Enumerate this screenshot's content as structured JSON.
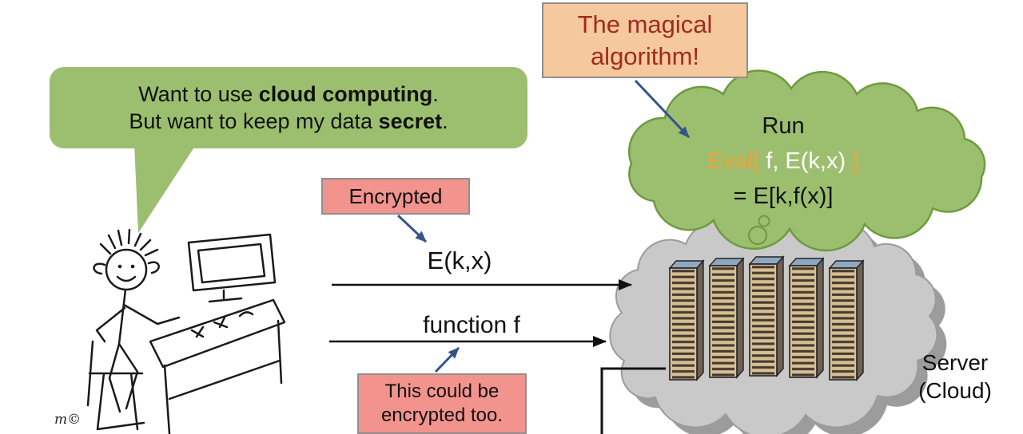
{
  "speech_bubble": {
    "line1_pre": "Want to use ",
    "line1_bold": "cloud computing",
    "line1_end": ".",
    "line2_pre": "But want to keep my data ",
    "line2_bold": "secret",
    "line2_end": "."
  },
  "magic_callout": {
    "line1": "The magical",
    "line2": "algorithm!"
  },
  "cloud_formula": {
    "line1": "Run",
    "eval_open": "Eval[",
    "eval_args": " f, E(k,x) ",
    "eval_close": "]",
    "result": "=  E[k,f(x)]"
  },
  "encrypted_callout": {
    "label": "Encrypted"
  },
  "flow": {
    "message1": "E(k,x)",
    "message2": "function f"
  },
  "note_callout": {
    "line1": "This could be",
    "line2": "encrypted too."
  },
  "server_label": {
    "line1": "Server",
    "line2": "(Cloud)"
  },
  "signature": "m©",
  "colors": {
    "green": "#9CBF6F",
    "green_stroke": "#6F9A3F",
    "peach": "#F6C89E",
    "pink": "#F2938D",
    "dark_red": "#9E2B20",
    "orange_text": "#EDA33B",
    "navy": "#35558A",
    "gray_cloud": "#C9C9C9",
    "gray_stroke": "#9B9B9B",
    "gray_shadow": "#9C9C9C",
    "server_tan": "#D8BE93",
    "server_top": "#8FA8C2",
    "server_side": "#6E6154",
    "ink": "#111111"
  }
}
